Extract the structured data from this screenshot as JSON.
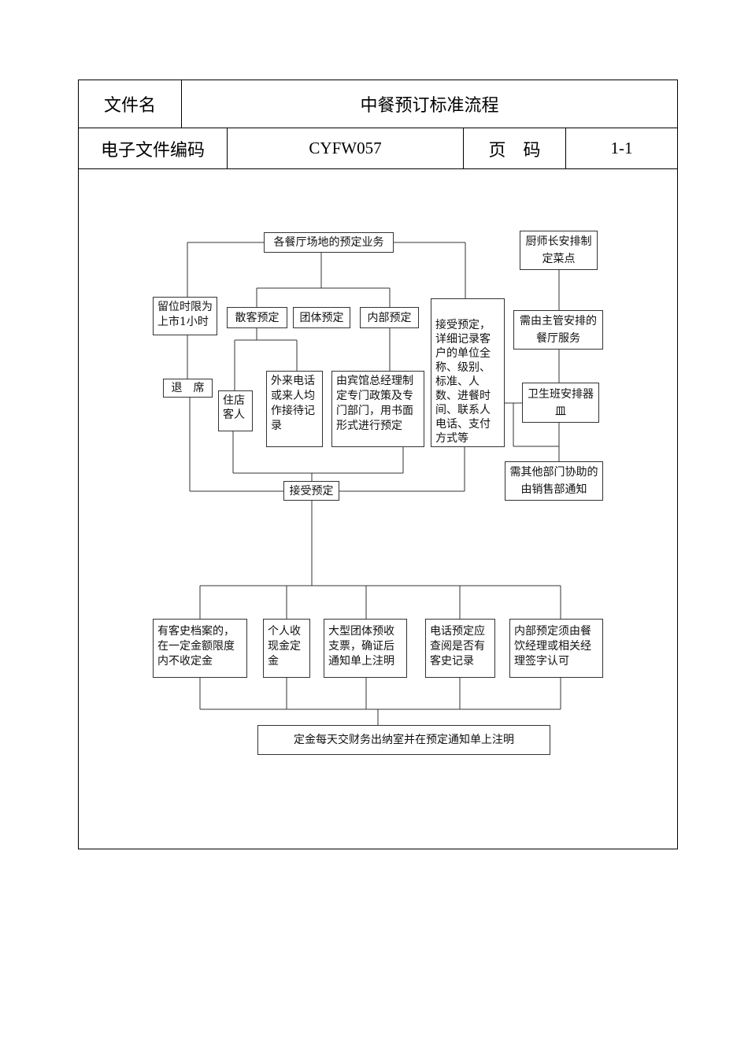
{
  "header": {
    "file_name_label": "文件名",
    "title": "中餐预订标准流程",
    "ecode_label": "电子文件编码",
    "ecode_value": "CYFW057",
    "page_label": "页　码",
    "page_value": "1-1"
  },
  "flow": {
    "top": "各餐厅场地的预定业务",
    "hold_time": "留位时限为上市1小时",
    "cancel": "退　席",
    "walkin": "散客预定",
    "group": "团体预定",
    "internal": "内部预定",
    "hotel_guest": "住店客人",
    "phone_record": "外来电话或来人均作接待记录",
    "gm_policy": "由宾馆总经理制定专门政策及专门部门，用书面形式进行预定",
    "accept_details": "接受预定，详细记录客户的单位全称、级别、标准、人数、进餐时间、联系人电话、支付方式等",
    "chef": "厨师长安排制定菜点",
    "supervisor": "需由主管安排的餐厅服务",
    "hygiene": "卫生班安排器皿",
    "other_dept": "需其他部门协助的由销售部通知",
    "accept": "接受预定",
    "guest_history": "有客史档案的，在一定金额限度内不收定金",
    "cash_deposit": "个人收现金定金",
    "large_group": "大型团体预收支票，确证后通知单上注明",
    "phone_check": "电话预定应查阅是否有客史记录",
    "internal_sign": "内部预定须由餐饮经理或相关经理签字认可",
    "deposit_final": "定金每天交财务出纳室并在预定通知单上注明"
  }
}
